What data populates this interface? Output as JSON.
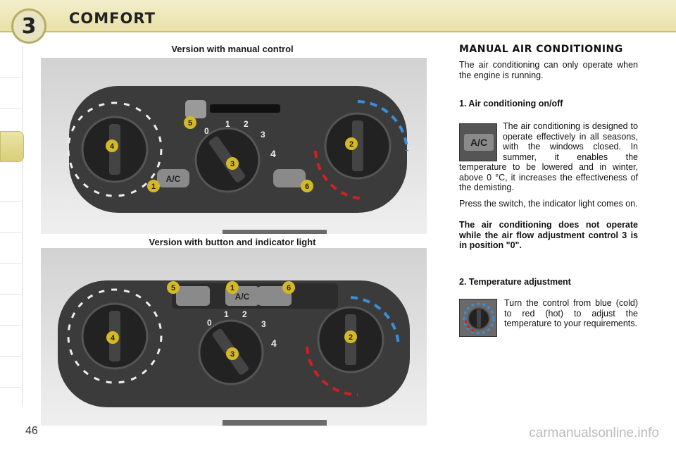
{
  "header": {
    "chapter_number": "3",
    "chapter_title": "COMFORT"
  },
  "page": {
    "number": "46",
    "watermark": "carmanualsonline.info"
  },
  "figures": {
    "manual_caption": "Version with manual control",
    "button_caption": "Version with button and indicator light",
    "labels": {
      "ac": "A/C",
      "fan_scale": [
        "0",
        "1",
        "2",
        "3",
        "4"
      ]
    },
    "callouts": [
      "1",
      "2",
      "3",
      "4",
      "5",
      "6"
    ]
  },
  "content": {
    "title": "MANUAL AIR CONDITIONING",
    "intro": "The air conditioning can only operate when the engine is running.",
    "item1_heading": "1. Air conditioning on/off",
    "item1_thumb_label": "A/C",
    "item1_body_1": "The air conditioning is designed to operate effectively in all seasons, with the windows closed. In summer, it enables the temperature to be lowered and in winter, above 0 °C, it increases the effectiveness of the demisting.",
    "item1_body_2": "Press the switch, the indicator light comes on.",
    "item1_warning": "The air conditioning does not operate while the air flow adjustment control 3 is in position \"0\".",
    "item2_heading": "2. Temperature adjustment",
    "item2_body": "Turn the control from blue (cold) to red (hot) to adjust the temperature to your requirements."
  },
  "colors": {
    "accent": "#e0d890",
    "panel": "#3a3a3a",
    "knob": "#2a2a2a",
    "callout": "#d4b826",
    "cold": "#3a8fd8",
    "hot": "#d02020"
  }
}
